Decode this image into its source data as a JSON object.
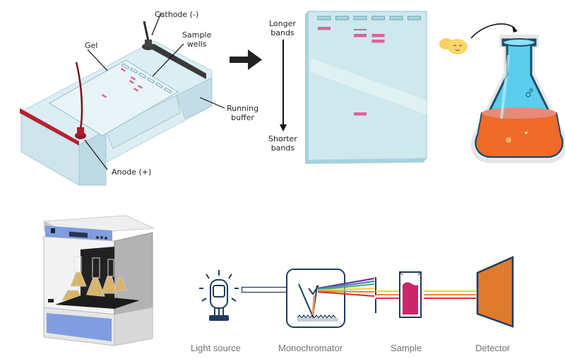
{
  "electrophoresis": {
    "labels": {
      "cathode": "Cathode (-)",
      "sample_wells_line1": "Sample",
      "sample_wells_line2": "wells",
      "gel": "Gel",
      "running_buffer_line1": "Running",
      "running_buffer_line2": "buffer",
      "anode": "Anode (+)"
    },
    "colors": {
      "tank": "#cfe6ee",
      "anode": "#b2232f",
      "cathode": "#3a3a3a",
      "band": "#e0609a"
    }
  },
  "flow_arrow": {
    "icon": "right-arrow-icon"
  },
  "gel_result": {
    "top_label_line1": "Longer",
    "top_label_line2": "bands",
    "bottom_label_line1": "Shorter",
    "bottom_label_line2": "bands",
    "lanes": 6,
    "bands": [
      {
        "lane": 1,
        "position": "top"
      },
      {
        "lane": 3,
        "position": "top-thin"
      },
      {
        "lane": 3,
        "position": "upper"
      },
      {
        "lane": 4,
        "position": "upper"
      },
      {
        "lane": 4,
        "position": "upper-2"
      },
      {
        "lane": 3,
        "position": "lower"
      }
    ]
  },
  "culture": {
    "microbe_icon": "smiling-microbe-icon",
    "flask_icon": "erlenmeyer-flask-icon",
    "liquid_color": "#f06a2a",
    "glass_color": "#4cc4e8"
  },
  "shaker_incubator": {
    "icon": "shaker-incubator-icon"
  },
  "spectrophotometer": {
    "stages": [
      {
        "label": "Light source",
        "icon": "light-bulb-icon"
      },
      {
        "label": "Monochromator",
        "icon": "prism-grating-icon"
      },
      {
        "label": "Sample",
        "icon": "cuvette-icon"
      },
      {
        "label": "Detector",
        "icon": "detector-icon"
      }
    ],
    "colors": {
      "outline": "#1f3a5f",
      "sample": "#c8286a",
      "detector": "#e07b2e"
    }
  }
}
